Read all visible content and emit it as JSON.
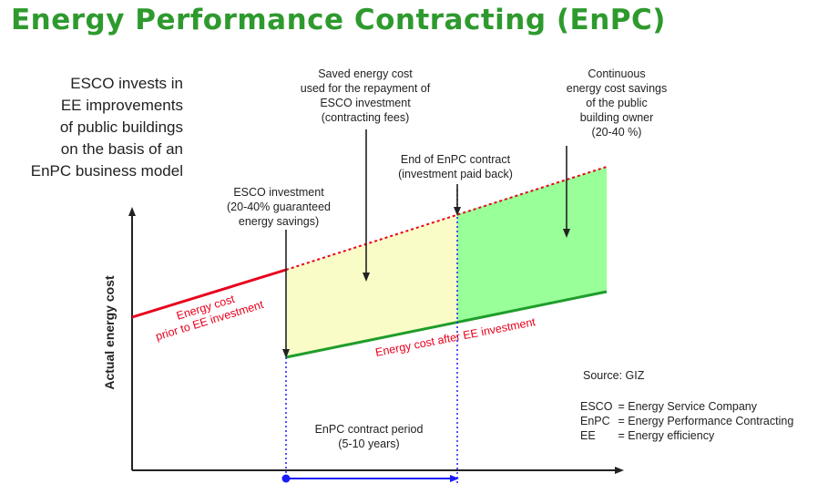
{
  "title": "Energy Performance Contracting (EnPC)",
  "colors": {
    "title": "#2e9a2e",
    "before_line": "#e8001c",
    "after_line": "#1f9d2a",
    "repayment_area": "#fafcc8",
    "savings_area": "#99ff99",
    "contract_period": "#1a1aff"
  },
  "intro": [
    "ESCO invests in",
    "EE improvements",
    "of public buildings",
    "on the basis of an",
    "EnPC business model"
  ],
  "annotations": {
    "saved_cost": [
      "Saved energy cost",
      "used  for the repayment of",
      "ESCO investment",
      "(contracting fees)"
    ],
    "continuous_savings": [
      "Continuous",
      "energy cost savings",
      "of the public",
      "building owner",
      "(20-40  %)"
    ],
    "end_contract": [
      "End of EnPC contract",
      "(investment paid back)"
    ],
    "esco_investment": [
      "ESCO investment",
      "(20-40% guaranteed",
      "energy savings)"
    ],
    "contract_period": [
      "EnPC contract period",
      "(5-10 years)"
    ]
  },
  "lines": {
    "before": [
      "Energy  cost",
      "prior to EE investment"
    ],
    "after": "Energy cost after EE investment"
  },
  "y_axis_label": "Actual energy cost",
  "source": "Source: GIZ",
  "legend": [
    {
      "abbr": "ESCO",
      "text": "= Energy Service Company"
    },
    {
      "abbr": "EnPC",
      "text": "= Energy Performance  Contracting"
    },
    {
      "abbr": "EE",
      "text": "= Energy efficiency"
    }
  ]
}
